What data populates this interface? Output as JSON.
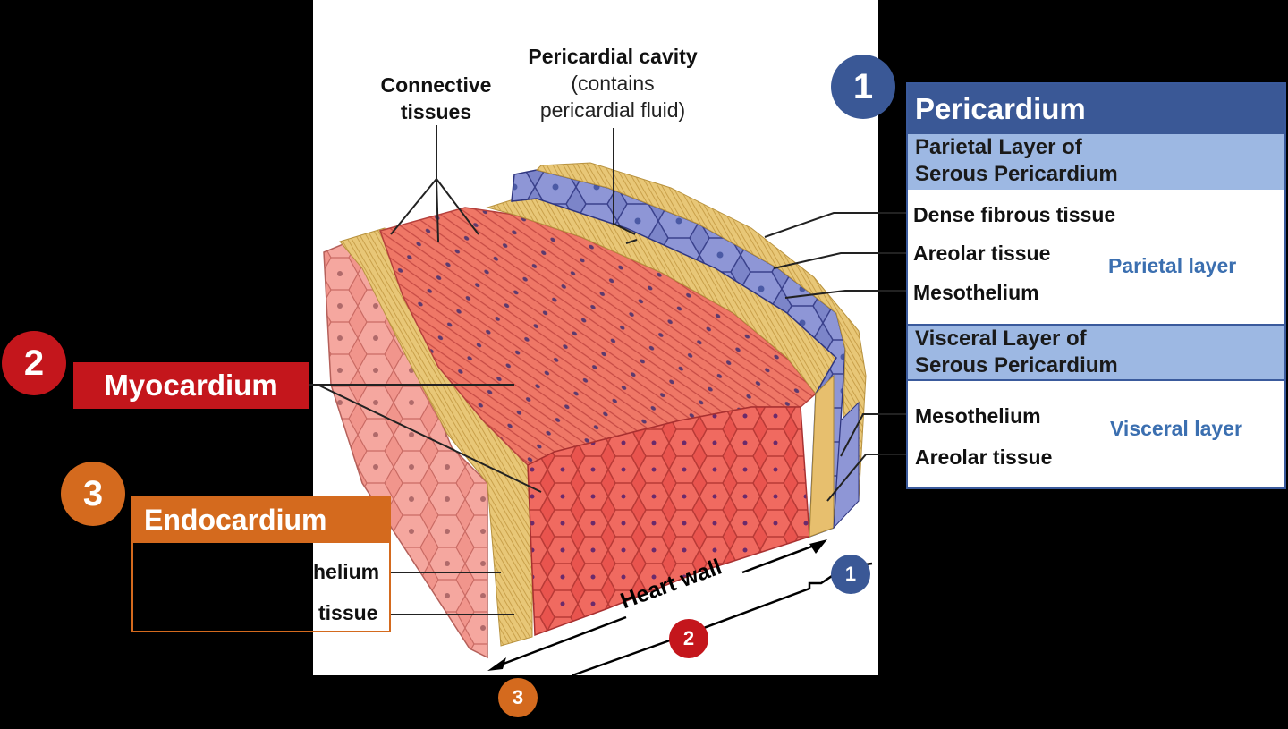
{
  "labels": {
    "connective": [
      "Connective",
      "tissues"
    ],
    "cavity": [
      "Pericardial cavity",
      "(contains",
      "pericardial fluid)"
    ],
    "heart_wall": "Heart wall"
  },
  "pericardium": {
    "number": "1",
    "title": "Pericardium",
    "parietal_header": [
      "Parietal Layer of",
      "Serous Pericardium"
    ],
    "parietal_items": [
      "Dense fibrous tissue",
      "Areolar tissue",
      "Mesothelium"
    ],
    "parietal_bracket_label": "Parietal layer",
    "visceral_header": [
      "Visceral Layer of",
      "Serous Pericardium"
    ],
    "visceral_items": [
      "Mesothelium",
      "Areolar tissue"
    ],
    "visceral_bracket_label": "Visceral layer"
  },
  "myocardium": {
    "number": "2",
    "title": "Myocardium"
  },
  "endocardium": {
    "number": "3",
    "title": "Endocardium",
    "items": [
      "helium",
      "tissue"
    ]
  },
  "markers": {
    "one": "1",
    "two": "2",
    "three": "3"
  },
  "colors": {
    "pericardium": "#3a5896",
    "myocardium": "#c4161c",
    "endocardium": "#d46a1e"
  }
}
